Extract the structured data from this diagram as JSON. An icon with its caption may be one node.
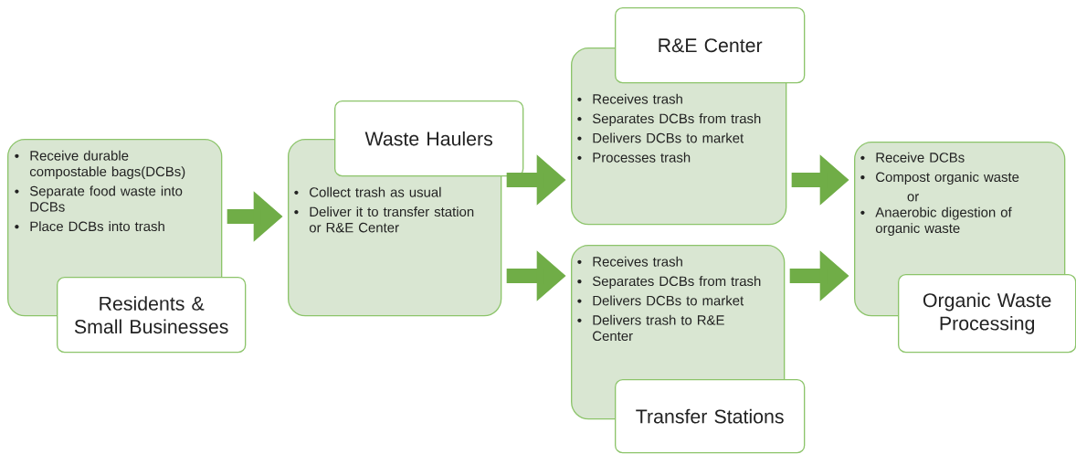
{
  "diagram": {
    "nodes": [
      {
        "text": [
          "Receive durable compostable bags(DCBs)",
          "Separate food waste into DCBs",
          "Place DCBs into trash",
          "Residents & Small Businesses"
        ]
      },
      {
        "text": [
          "Waste Haulers",
          "Collect trash as usual",
          "Deliver it to transfer station or R&E Center"
        ]
      },
      {
        "text": [
          "R&E Center",
          "Receives trash",
          "Separates DCBs from trash",
          "Delivers DCBs to market",
          "Processes trash"
        ]
      },
      {
        "text": [
          "Receives trash",
          "Separates DCBs from trash",
          "Delivers DCBs to market",
          "Delivers trash to R&E Center",
          "Transfer Stations"
        ]
      },
      {
        "text": [
          "Receive DCBs",
          "Compost organic waste",
          "or",
          "Anaerobic digestion of organic waste",
          "Organic Waste Processing"
        ]
      }
    ],
    "edges": [
      {
        "from": 0,
        "to": 1,
        "arrow": "to"
      },
      {
        "from": 1,
        "to": 2,
        "arrow": "to"
      },
      {
        "from": 1,
        "to": 3,
        "arrow": "to"
      },
      {
        "from": 2,
        "to": 4,
        "arrow": "to"
      },
      {
        "from": 3,
        "to": 4,
        "arrow": "to"
      }
    ]
  }
}
